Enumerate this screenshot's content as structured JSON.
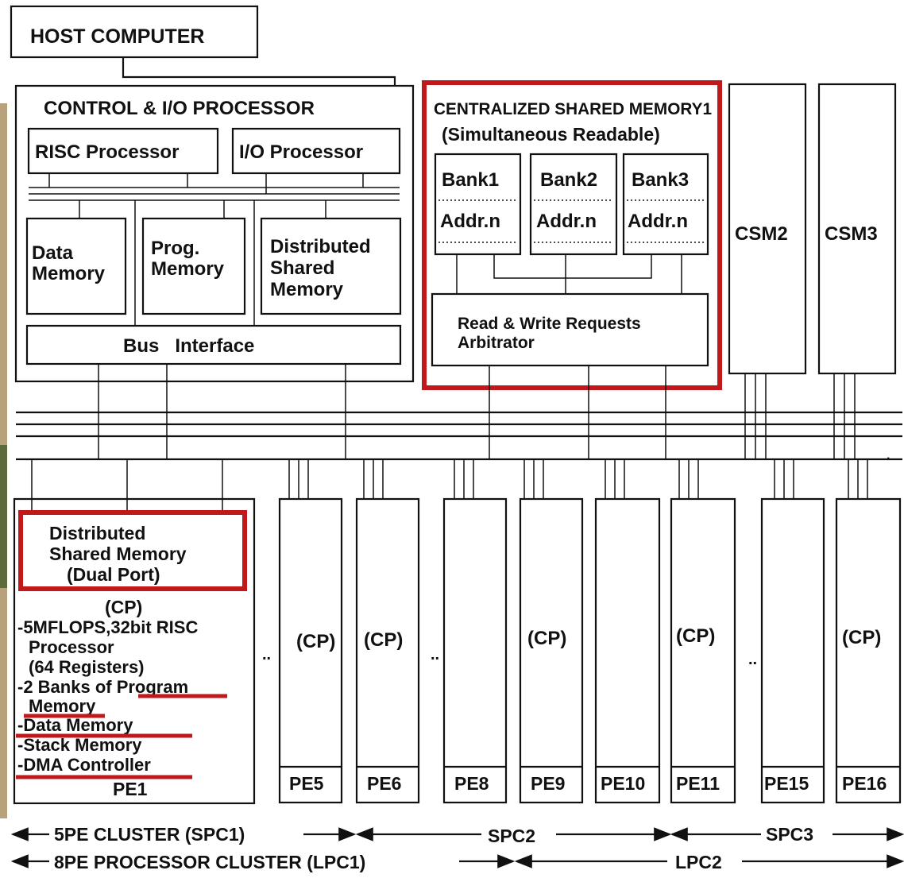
{
  "colors": {
    "highlight": "#c0191c",
    "ink": "#111111",
    "background": "#ffffff",
    "left_strip": "#b8a27c"
  },
  "host": {
    "label": "HOST COMPUTER"
  },
  "cio": {
    "title": "CONTROL & I/O PROCESSOR",
    "risc": "RISC Processor",
    "io": "I/O Processor",
    "data_mem": [
      "Data",
      "Memory"
    ],
    "prog_mem": [
      "Prog.",
      "Memory"
    ],
    "dist_mem": [
      "Distributed",
      "Shared",
      "Memory"
    ],
    "bus": "Bus   Interface"
  },
  "csm1": {
    "title": "CENTRALIZED SHARED MEMORY1",
    "subtitle": "(Simultaneous Readable)",
    "banks": [
      "Bank1",
      "Bank2",
      "Bank3"
    ],
    "addr": "Addr.n",
    "arbiter": [
      "Read & Write Requests",
      "Arbitrator"
    ]
  },
  "csm2": {
    "label": "CSM2"
  },
  "csm3": {
    "label": "CSM3"
  },
  "pe1": {
    "dsm": [
      "Distributed",
      "Shared Memory",
      "(Dual Port)"
    ],
    "cp": "(CP)",
    "features": [
      "-5MFLOPS,32bit RISC",
      "Processor",
      "(64  Registers)",
      "-2 Banks of Program",
      "Memory",
      "-Data Memory",
      "-Stack Memory",
      "-DMA Controller"
    ],
    "label": "PE1"
  },
  "pes": {
    "labels": [
      "PE5",
      "PE6",
      "PE8",
      "PE9",
      "PE10",
      "PE11",
      "PE15",
      "PE16"
    ],
    "cp": "(CP)"
  },
  "ellipsis": "..",
  "clusters": {
    "row1": [
      "5PE CLUSTER (SPC1)",
      "SPC2",
      "SPC3"
    ],
    "row2": [
      "8PE PROCESSOR CLUSTER (LPC1)",
      "LPC2"
    ]
  }
}
